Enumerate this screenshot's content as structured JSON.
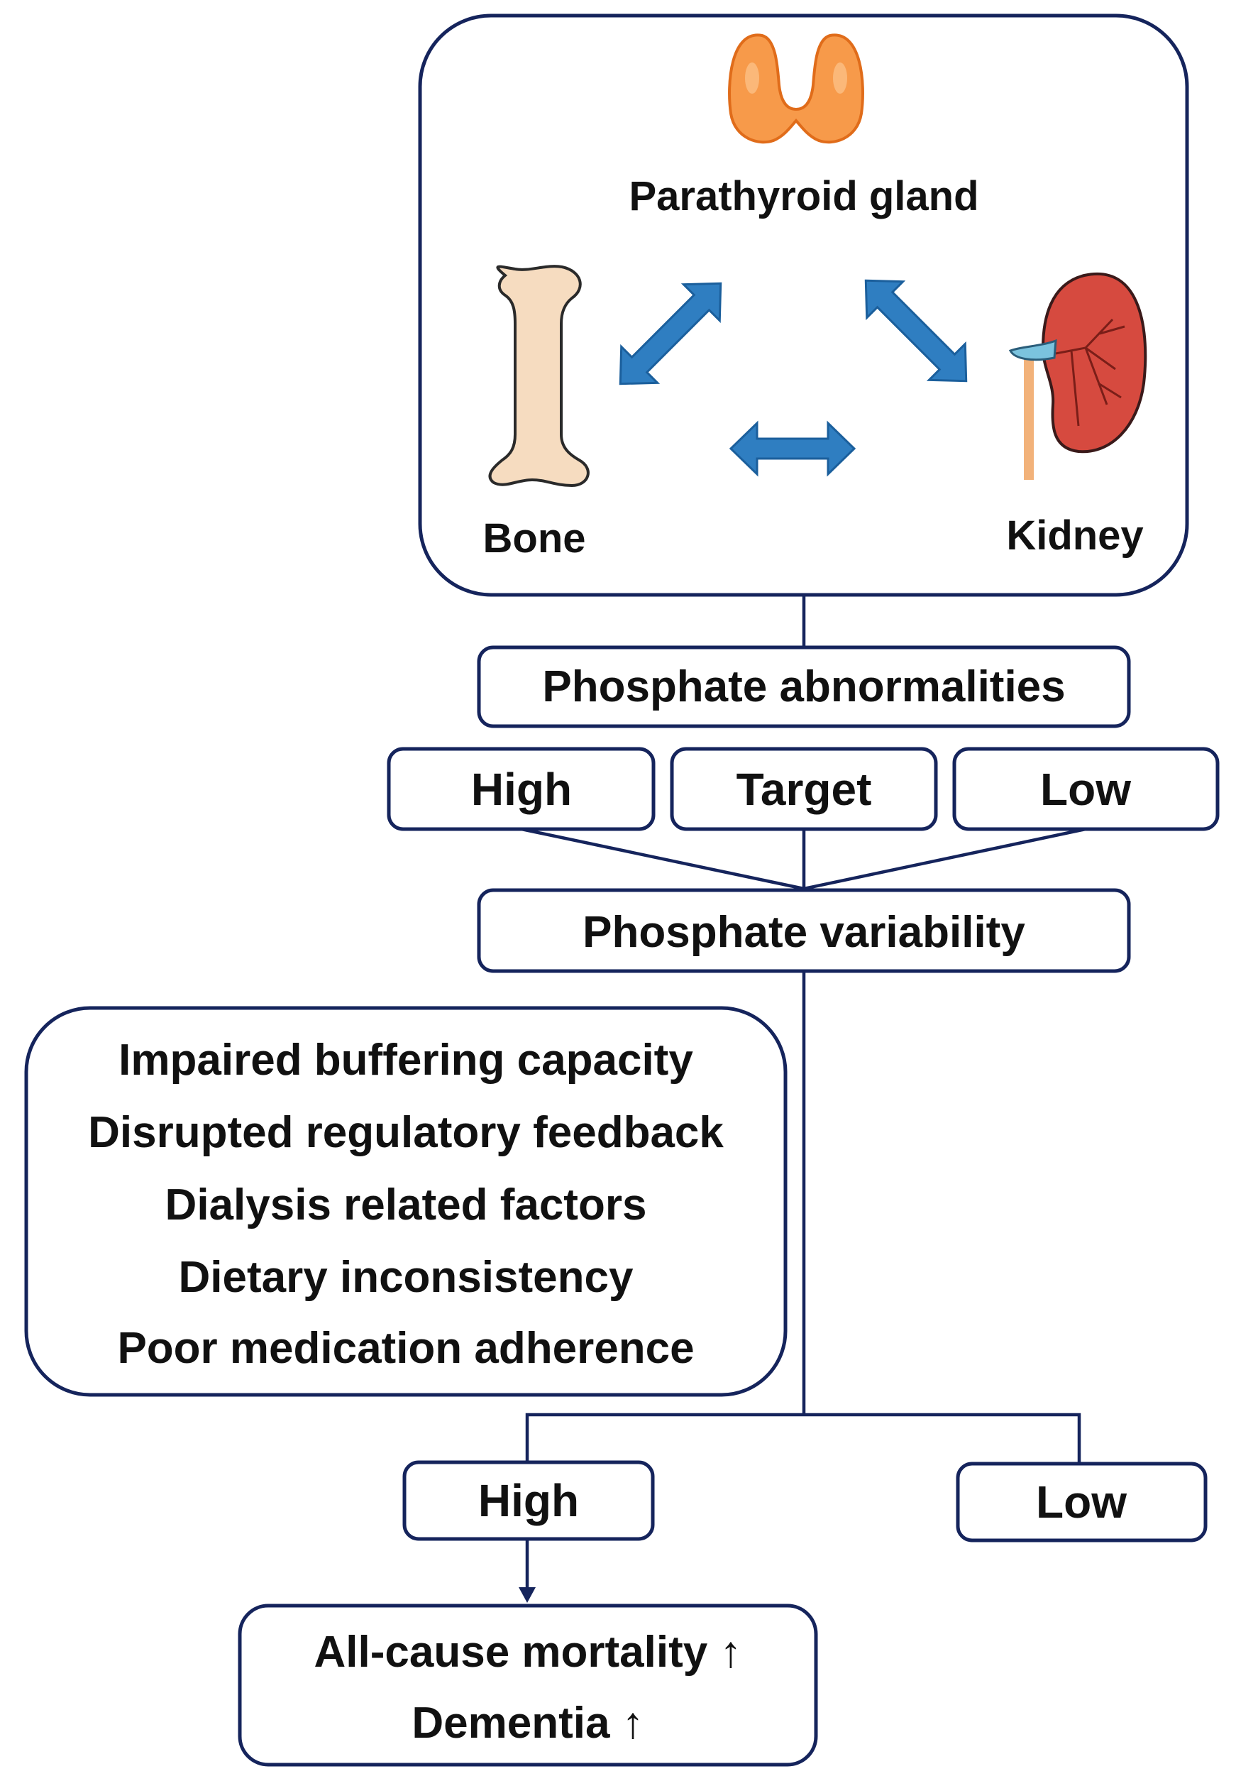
{
  "organs": {
    "parathyroid": "Parathyroid gland",
    "bone": "Bone",
    "kidney": "Kidney"
  },
  "phosphate_abnormalities": {
    "title": "Phosphate abnormalities",
    "levels": [
      "High",
      "Target",
      "Low"
    ]
  },
  "phosphate_variability": {
    "title": "Phosphate variability"
  },
  "factors": [
    "Impaired buffering capacity",
    "Disrupted regulatory feedback",
    "Dialysis related factors",
    "Dietary inconsistency",
    "Poor medication adherence"
  ],
  "variability_levels": {
    "high": "High",
    "low": "Low"
  },
  "outcomes": [
    "All-cause mortality ↑",
    "Dementia ↑"
  ],
  "colors": {
    "outline": "#15245c",
    "arrow": "#2f7ec1",
    "thyroid": "#f79a4a",
    "bone": "#f6dcc0",
    "kidney": "#d64a3f"
  }
}
